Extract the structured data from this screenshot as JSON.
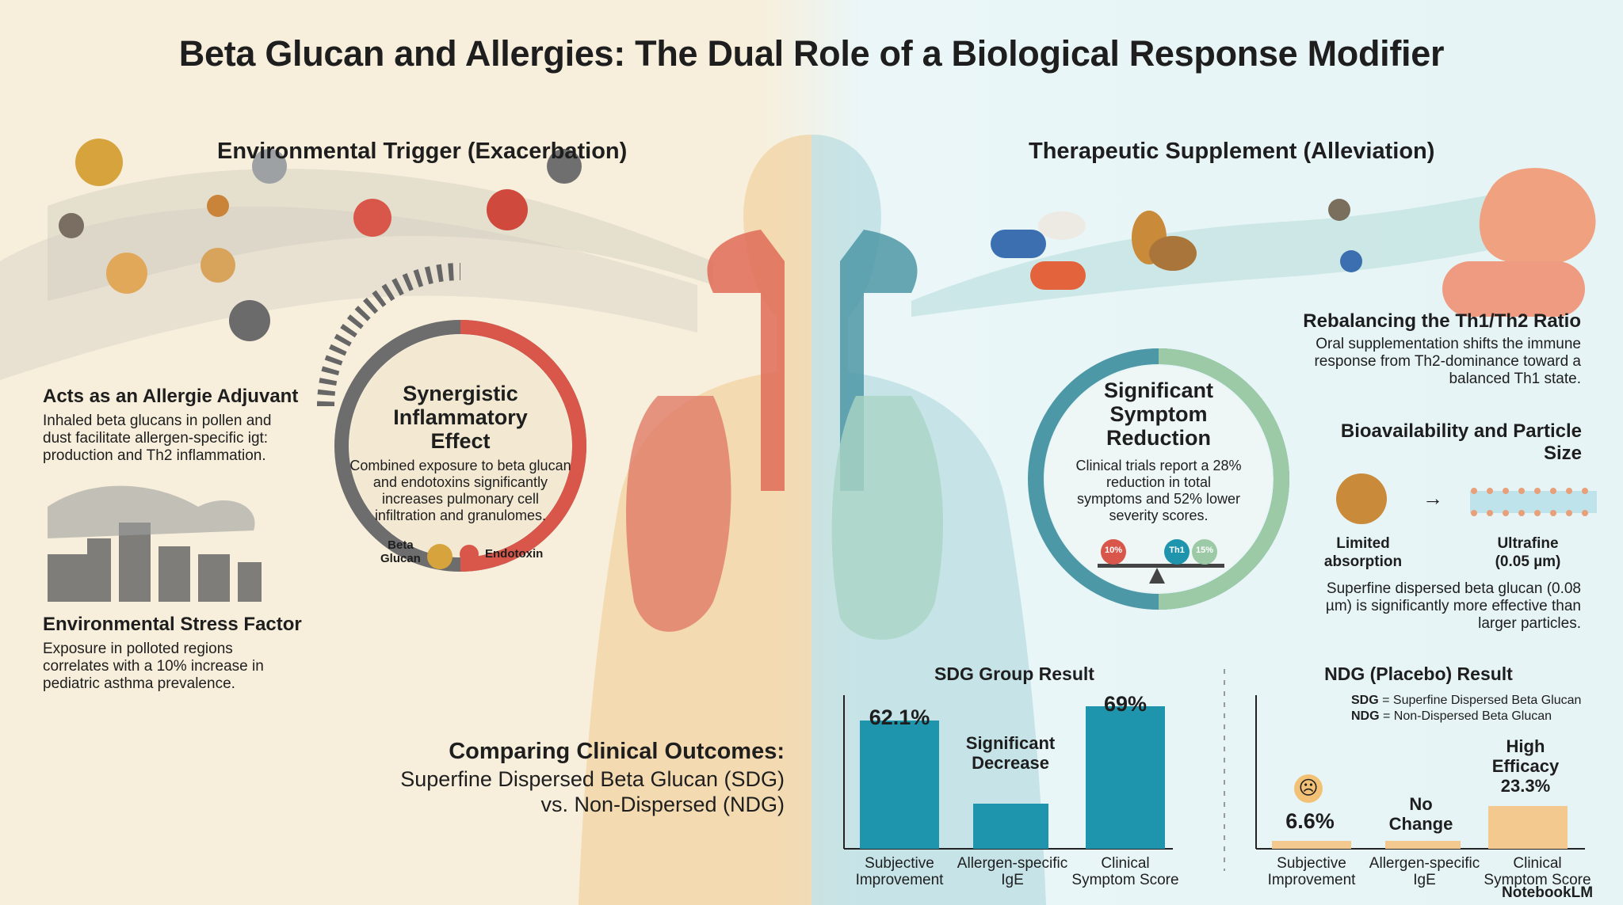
{
  "title": "Beta Glucan and Allergies: The Dual Role of a Biological Response Modifier",
  "left": {
    "section_title": "Environmental Trigger (Exacerbation)",
    "adjuvant": {
      "heading": "Acts as an Allergie Adjuvant",
      "text": [
        "Inhaled beta glucans in pollen and",
        "dust facilitate allergen-specific igt:",
        "production and Th2 inflammation."
      ]
    },
    "synergy": {
      "heading": [
        "Synergistic",
        "Inflammatory",
        "Effect"
      ],
      "text": [
        "Combined exposure to beta glucan",
        "and endotoxins significantly",
        "increases pulmonary cell",
        "infiltration and granulomes."
      ],
      "label_beta": [
        "Beta",
        "Glucan"
      ],
      "label_endotoxin": "Endotoxin"
    },
    "stress": {
      "heading": "Environmental Stress Factor",
      "text": [
        "Exposure in polloted regions",
        "correlates with a 10% increase in",
        "pediatric asthma prevalence."
      ]
    }
  },
  "right": {
    "section_title": "Therapeutic Supplement (Alleviation)",
    "rebalancing": {
      "heading": "Rebalancing the Th1/Th2 Ratio",
      "text": [
        "Oral supplementation shifts the immune",
        "response from Th2-dominance toward a",
        "balanced Th1 state."
      ]
    },
    "symptom": {
      "heading": [
        "Significant",
        "Symptom",
        "Reduction"
      ],
      "text": [
        "Clinical trials report a 28%",
        "reduction in total",
        "symptoms and 52% lower",
        "severity scores."
      ],
      "scale_left": "10%",
      "scale_mid": "Th1",
      "scale_right": "15%"
    },
    "bioavailability": {
      "heading": "Bioavailability and Particle Size",
      "limited": [
        "Limited",
        "absorption"
      ],
      "ultrafine": [
        "Ultrafine",
        "(0.05 µm)"
      ],
      "arrow": "→",
      "text": [
        "Superfine dispersed beta glucan (0.08",
        "µm) is significantly more effective than",
        "larger particles."
      ]
    }
  },
  "comparison": {
    "heading": "Comparing Clinical Outcomes:",
    "line2": "Superfine Dispersed Beta Glucan (SDG)",
    "line3": "vs. Non-Dispersed (NDG)"
  },
  "chart_data": [
    {
      "type": "bar",
      "title": "SDG Group Result",
      "categories": [
        [
          "Subjective",
          "Improvement"
        ],
        [
          "Allergen-specific",
          "IgE"
        ],
        [
          "Clinical",
          "Symptom Score"
        ]
      ],
      "values": [
        62.1,
        null,
        69
      ],
      "labels": [
        "62.1%",
        "Significant Decrease",
        "69%"
      ],
      "color": "#1f95ad"
    },
    {
      "type": "bar",
      "title": "NDG (Placebo) Result",
      "categories": [
        [
          "Subjective",
          "Improvement"
        ],
        [
          "Allergen-specific",
          "IgE"
        ],
        [
          "Clinical",
          "Symptom Score"
        ]
      ],
      "values": [
        6.6,
        null,
        23.3
      ],
      "labels": [
        "6.6%",
        "No Change",
        "High Efficacy 23.3%"
      ],
      "color": "#f4c98f"
    }
  ],
  "legend": {
    "sdg_abbr": "SDG",
    "sdg_def": "= Superfine Dispersed Beta Glucan",
    "ndg_abbr": "NDG",
    "ndg_def": "= Non-Dispersed Beta Glucan"
  },
  "sdg_chart": {
    "v1": "62.1%",
    "v2": [
      "Significant",
      "Decrease"
    ],
    "v3": "69%"
  },
  "ndg_chart": {
    "v1": "6.6%",
    "v2": [
      "No",
      "Change"
    ],
    "v3": [
      "High",
      "Efficacy",
      "23.3%"
    ]
  },
  "categories": {
    "c1": [
      "Subjective",
      "Improvement"
    ],
    "c2": [
      "Allergen-specific",
      "IgE"
    ],
    "c3": [
      "Clinical",
      "Symptom Score"
    ]
  },
  "watermark": "NotebookLM",
  "colors": {
    "sdg_bar": "#1f95ad",
    "ndg_bar": "#f4c98f",
    "inflammation": "#d9574a",
    "relief": "#5aa9b5"
  }
}
